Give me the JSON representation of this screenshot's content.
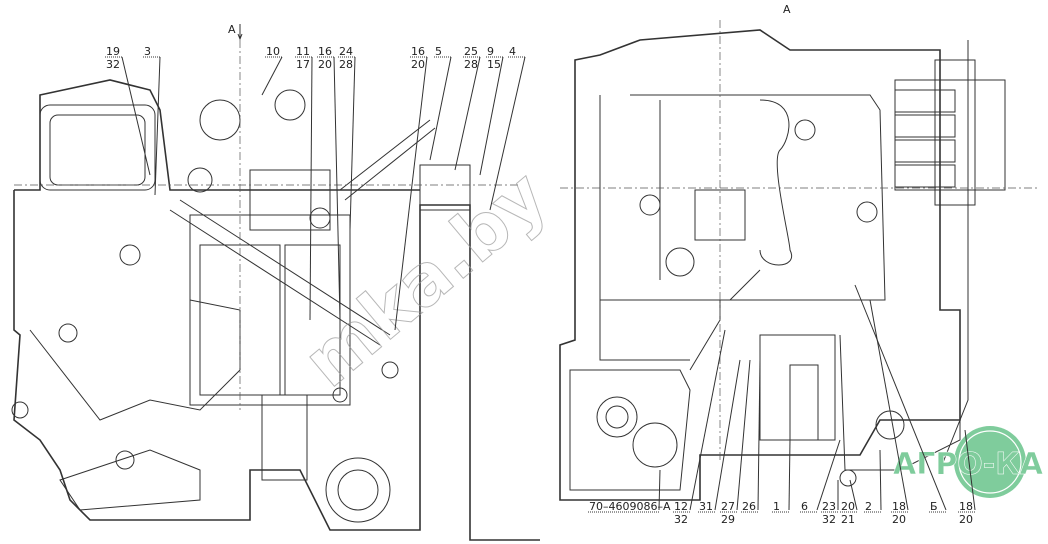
{
  "view_left_marker": "А",
  "view_right_marker": "А",
  "left_callouts": [
    {
      "top": "19",
      "bottom": "32"
    },
    {
      "top": "3"
    },
    {
      "top": "10"
    },
    {
      "top": "11",
      "bottom": "17"
    },
    {
      "top": "16",
      "bottom": "20"
    },
    {
      "top": "24",
      "bottom": "28"
    },
    {
      "top": "16",
      "bottom": "20"
    },
    {
      "top": "5"
    },
    {
      "top": "25",
      "bottom": "28"
    },
    {
      "top": "9",
      "bottom": "15"
    },
    {
      "top": "4"
    }
  ],
  "bottom_callouts": [
    {
      "top": "70–4609086–А"
    },
    {
      "top": "12",
      "bottom": "32"
    },
    {
      "top": "31"
    },
    {
      "top": "27",
      "bottom": "29"
    },
    {
      "top": "26"
    },
    {
      "top": "1"
    },
    {
      "top": "6"
    },
    {
      "top": "23",
      "bottom": "32"
    },
    {
      "top": "20",
      "bottom": "21"
    },
    {
      "top": "2"
    },
    {
      "top": "18",
      "bottom": "20"
    },
    {
      "top": "Б"
    },
    {
      "top": "18",
      "bottom": "20"
    }
  ],
  "watermark_text": "mka.by",
  "logo_text": "АГРО-КА",
  "logo_color": "#7fcc9c"
}
